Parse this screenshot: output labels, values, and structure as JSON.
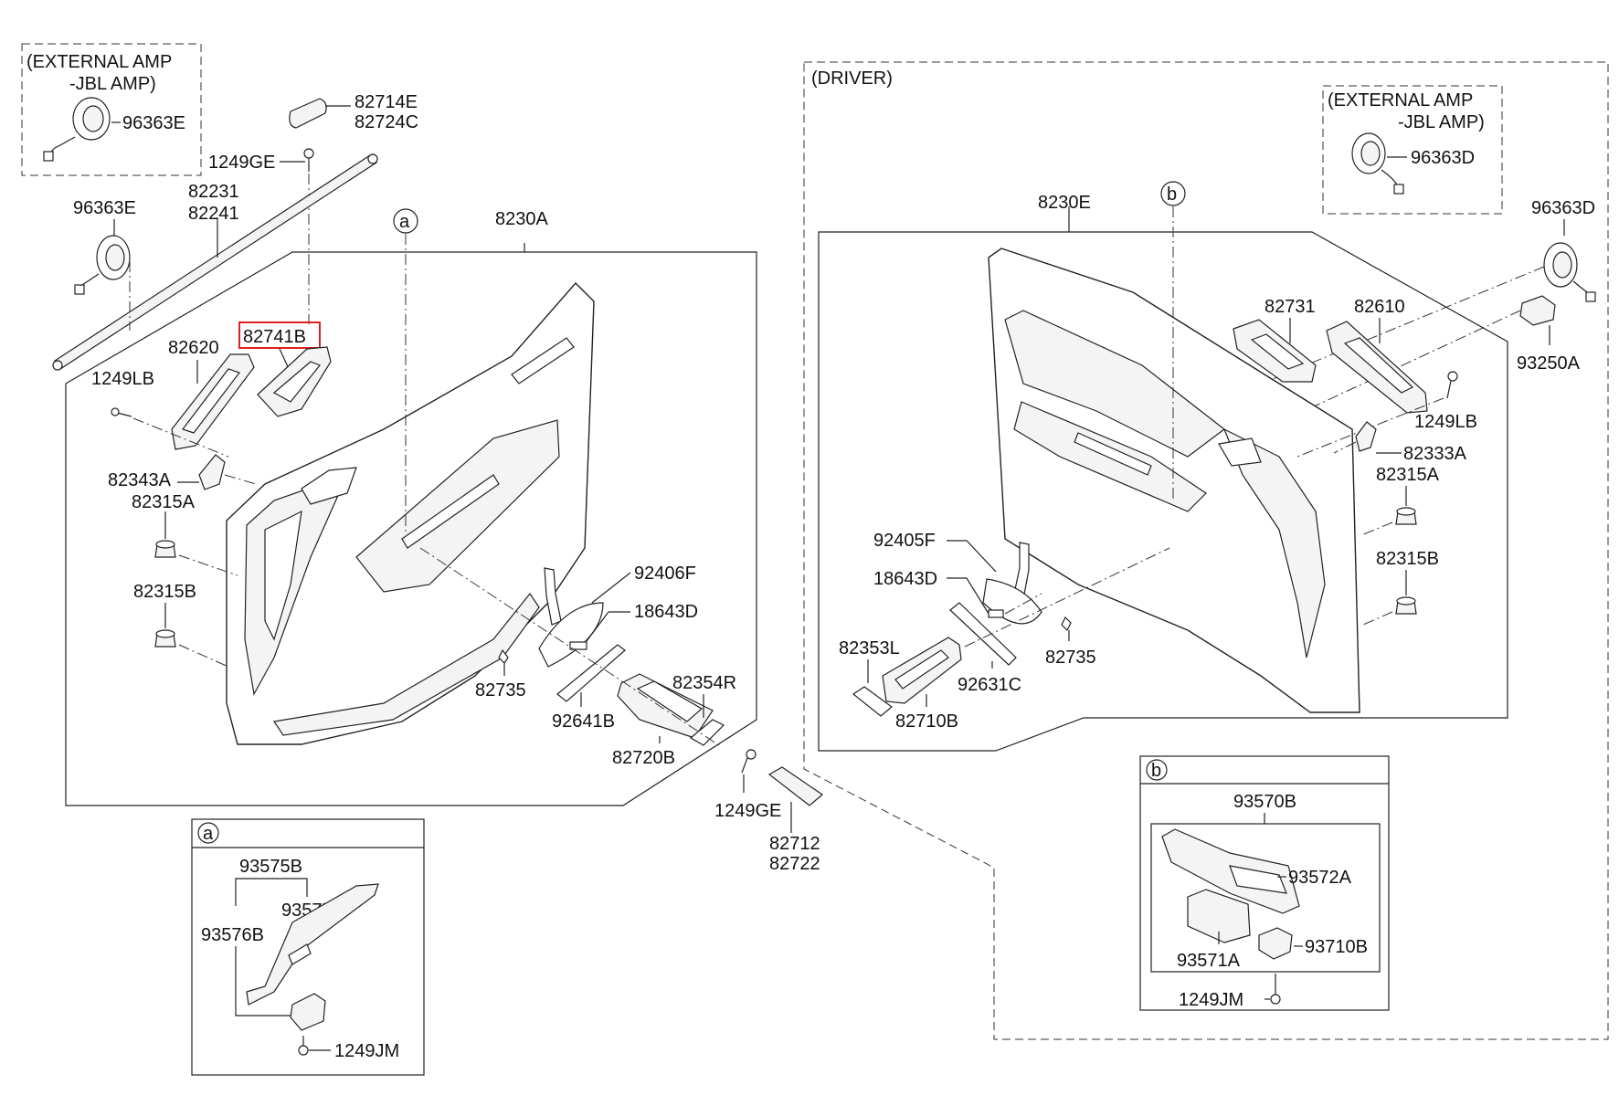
{
  "left": {
    "jbl_box": {
      "line1": "(EXTERNAL AMP",
      "line2": "-JBL AMP)"
    },
    "labels": {
      "spk_jbl": "96363E",
      "spk": "96363E",
      "p82714E": "82714E",
      "p82724C": "82724C",
      "p1249GE_top": "1249GE",
      "p82231": "82231",
      "p82241": "82241",
      "p8230A": "8230A",
      "p82620": "82620",
      "p82741B": "82741B",
      "p1249LB": "1249LB",
      "p82343A": "82343A",
      "p82315A": "82315A",
      "p82315B": "82315B",
      "p92406F": "92406F",
      "p18643D": "18643D",
      "p82735": "82735",
      "p92641B": "92641B",
      "p82354R": "82354R",
      "p82720B": "82720B",
      "p1249GE_bottom": "1249GE",
      "p82712": "82712",
      "p82722": "82722"
    },
    "callout": "a"
  },
  "right": {
    "driver_label": "(DRIVER)",
    "jbl_box": {
      "line1": "(EXTERNAL AMP",
      "line2": "-JBL AMP)"
    },
    "labels": {
      "spk_jbl": "96363D",
      "spk": "96363D",
      "p8230E": "8230E",
      "p82731": "82731",
      "p82610": "82610",
      "p93250A": "93250A",
      "p1249LB": "1249LB",
      "p82333A": "82333A",
      "p82315A": "82315A",
      "p82315B": "82315B",
      "p92405F": "92405F",
      "p18643D": "18643D",
      "p82353L": "82353L",
      "p92631C": "92631C",
      "p82735": "82735",
      "p82710B": "82710B"
    },
    "callout": "b"
  },
  "detail_a": {
    "badge": "a",
    "labels": {
      "p93575B": "93575B",
      "p93577": "93577",
      "p93576B": "93576B",
      "p1249JM": "1249JM"
    }
  },
  "detail_b": {
    "badge": "b",
    "labels": {
      "p93570B": "93570B",
      "p93572A": "93572A",
      "p93571A": "93571A",
      "p93710B": "93710B",
      "p1249JM": "1249JM"
    }
  },
  "colors": {
    "highlight": "#e02020",
    "ink": "#222222"
  }
}
